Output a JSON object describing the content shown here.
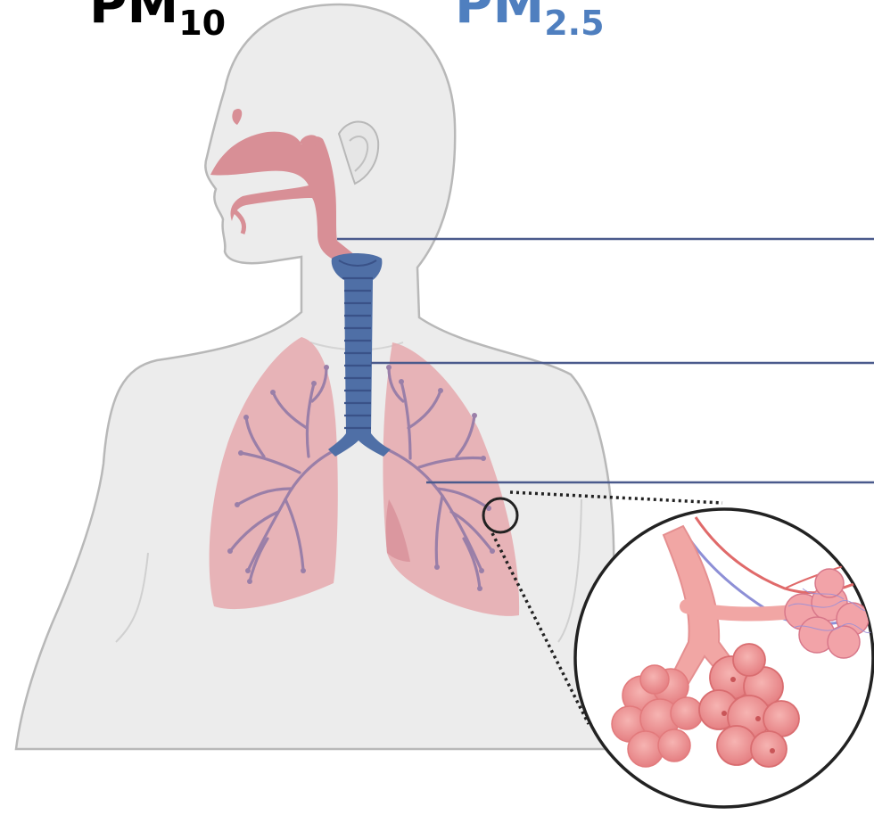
{
  "labels": {
    "pm10": {
      "base": "PM",
      "sub": "10",
      "color": "#000000"
    },
    "pm25": {
      "base": "PM",
      "sub": "2.5",
      "color": "#4f7fbf"
    }
  },
  "colors": {
    "body_fill": "#ececec",
    "body_outline": "#b8b8b8",
    "airway_pink": "#d88f96",
    "lung_pink": "#e6a9ae",
    "bronchi": "#9a7fa8",
    "trachea_blue": "#4f6fa6",
    "pointer_line": "#4a5a8c",
    "alveoli": "#ef8f90"
  },
  "icons": [
    "human-torso-illustration",
    "lungs",
    "trachea",
    "alveoli-magnified"
  ]
}
